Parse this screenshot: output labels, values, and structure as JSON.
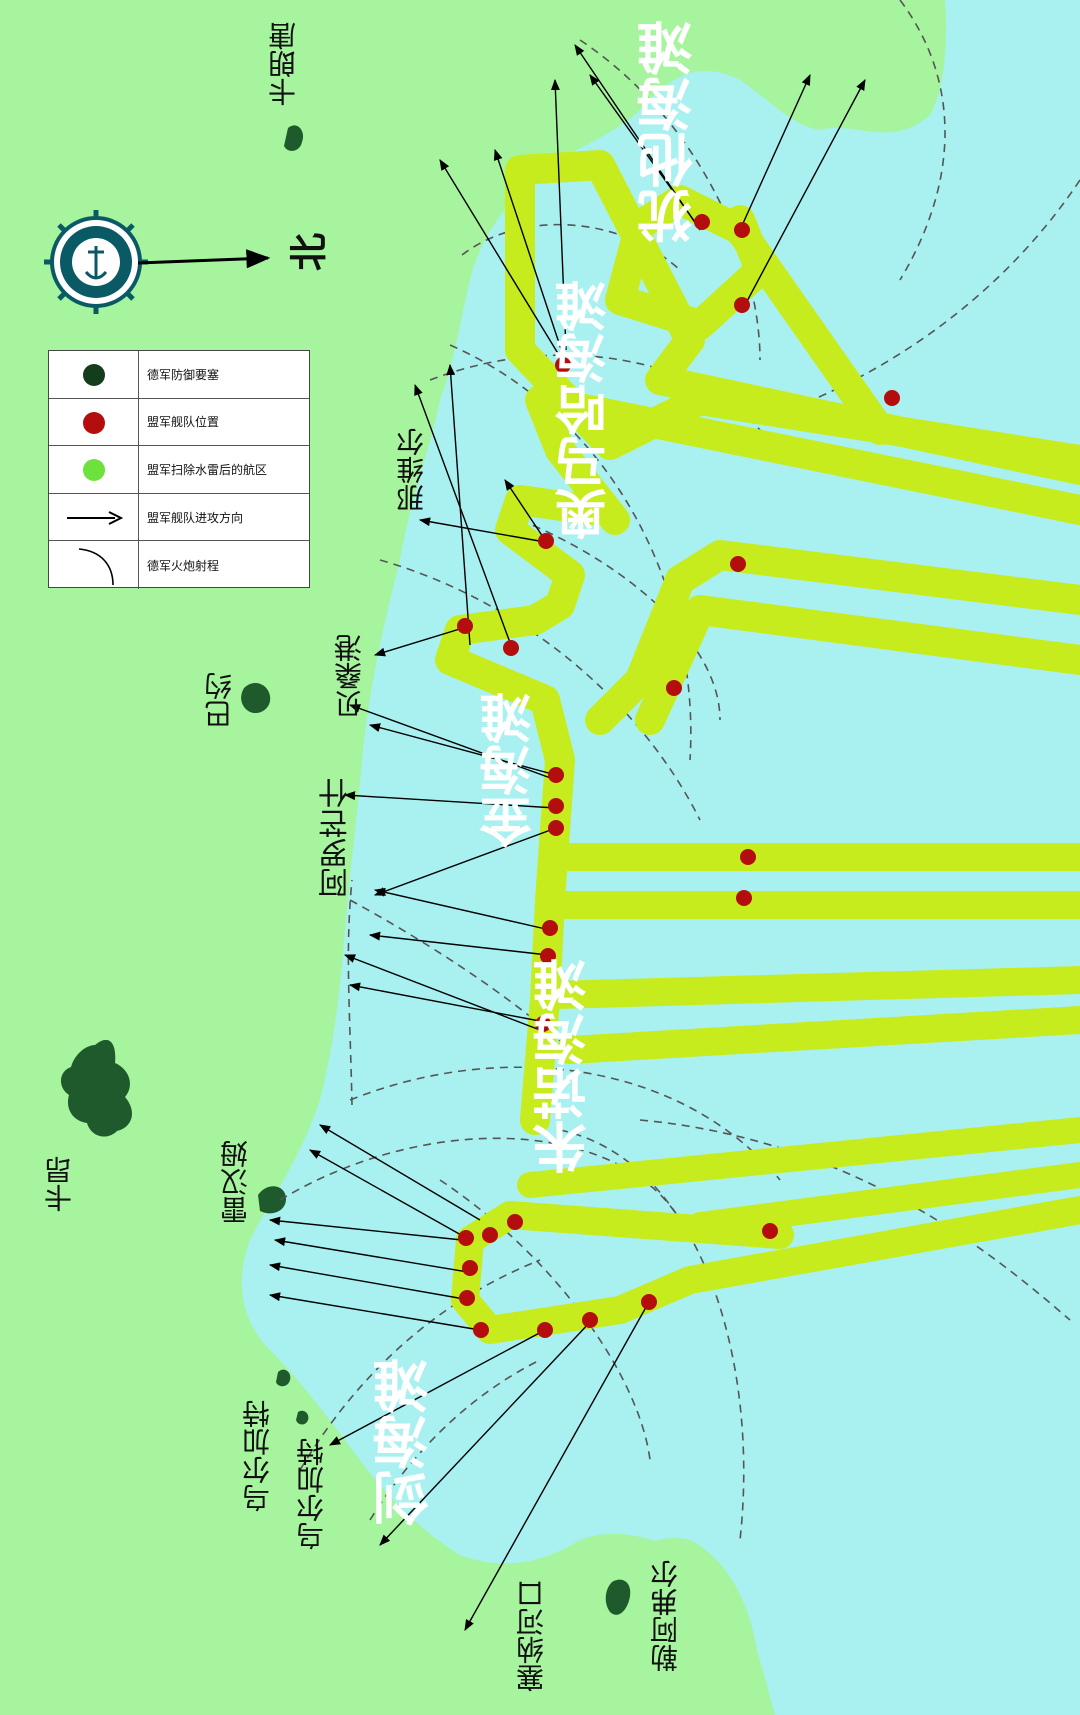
{
  "north_label": "北",
  "legend": {
    "items": [
      {
        "label": "德军防御要塞",
        "symbol": "fortress-dot",
        "color": "#143d1c"
      },
      {
        "label": "盟军舰队位置",
        "symbol": "fleet-dot",
        "color": "#b30d0d"
      },
      {
        "label": "盟军扫除水雷后的航区",
        "symbol": "cleared-area-dot",
        "color": "#6de23c"
      },
      {
        "label": "盟军舰队进攻方向",
        "symbol": "arrow-icon",
        "color": "#000000"
      },
      {
        "label": "德军火炮射程",
        "symbol": "arc-icon",
        "color": "#000000"
      }
    ]
  },
  "beaches": {
    "utah": "犹他海滩",
    "omaha": "奥马哈海滩",
    "gold": "金海滩",
    "juno": "朱诺海滩",
    "sword": "剑海滩"
  },
  "places": {
    "cherbourg": "卡朗唐",
    "isigny": "那维尔",
    "bayeux": "巴约",
    "port_en_bessin": "贝桑港",
    "arromanches": "阿罗芒什",
    "caen": "卡昂",
    "lion": "雷汉姆",
    "ouistreham_1": "乌尔加特",
    "ouistreham_2": "乌尔加特",
    "seine_estuary": "塞纳河口",
    "le_havre": "勒阿弗尔"
  },
  "colors": {
    "land": "#a7f49f",
    "sea": "#a9f0f0",
    "lane": "#c6ec1d",
    "fleet": "#b30d0d",
    "fortress": "#1f5a2c",
    "beach_text": "#ffffff"
  }
}
